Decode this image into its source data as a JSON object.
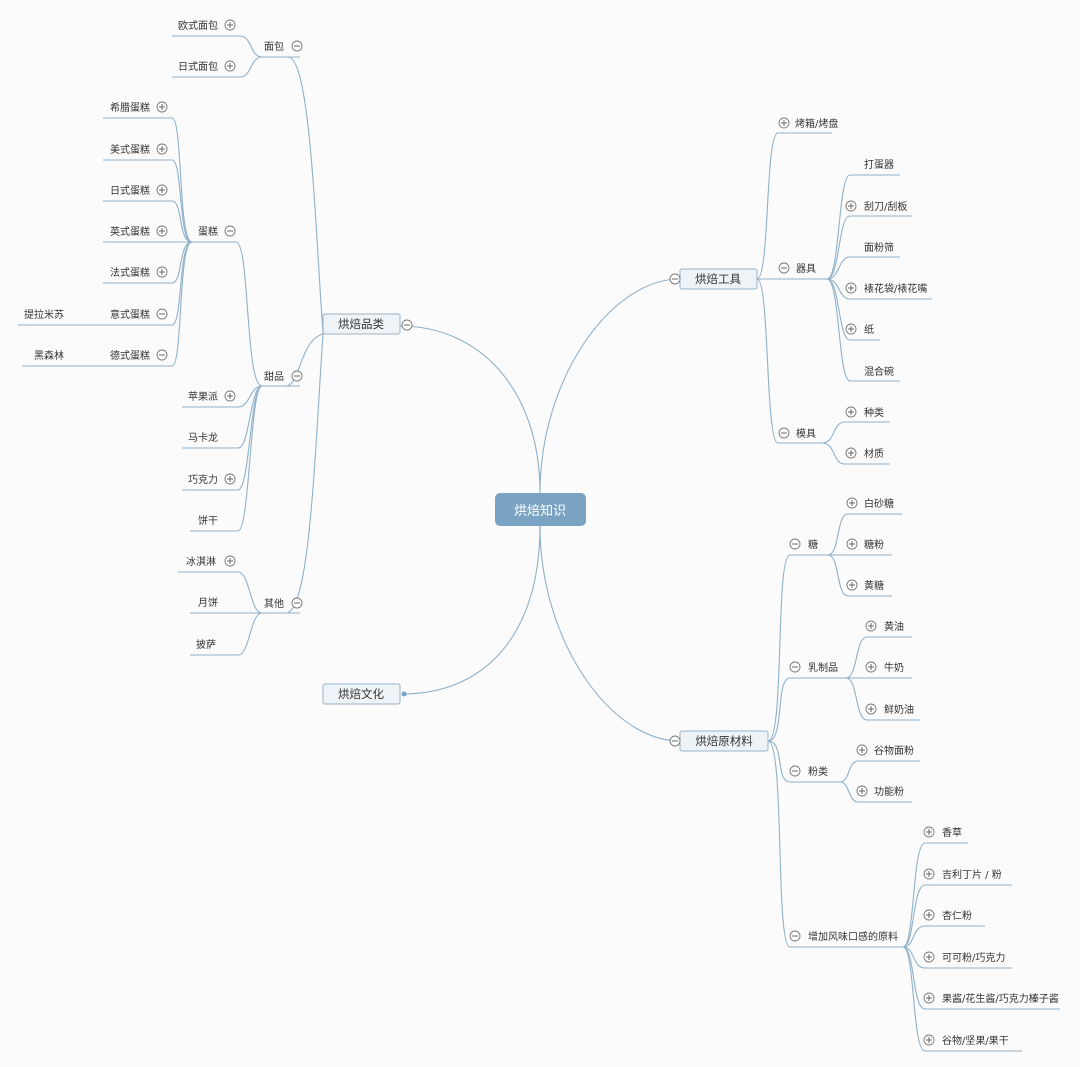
{
  "root": "烘焙知识",
  "branches": {
    "categories": {
      "label": "烘焙品类",
      "bread": {
        "label": "面包",
        "children": [
          "欧式面包",
          "日式面包"
        ]
      },
      "desserts": {
        "label": "甜品",
        "cake": {
          "label": "蛋糕",
          "children": [
            "希腊蛋糕",
            "美式蛋糕",
            "日式蛋糕",
            "英式蛋糕",
            "法式蛋糕",
            "意式蛋糕",
            "德式蛋糕"
          ],
          "italian_child": "提拉米苏",
          "german_child": "黑森林"
        },
        "others": [
          "苹果派",
          "马卡龙",
          "巧克力",
          "饼干"
        ]
      },
      "other": {
        "label": "其他",
        "children": [
          "冰淇淋",
          "月饼",
          "披萨"
        ]
      }
    },
    "culture": {
      "label": "烘焙文化"
    },
    "tools": {
      "label": "烘焙工具",
      "oven": "烤箱/烤盘",
      "utensils": {
        "label": "器具",
        "children": [
          "打蛋器",
          "刮刀/刮板",
          "面粉筛",
          "裱花袋/裱花嘴",
          "纸",
          "混合碗"
        ]
      },
      "molds": {
        "label": "模具",
        "children": [
          "种类",
          "材质"
        ]
      }
    },
    "ingredients": {
      "label": "烘焙原材料",
      "sugar": {
        "label": "糖",
        "children": [
          "白砂糖",
          "糖粉",
          "黄糖"
        ]
      },
      "dairy": {
        "label": "乳制品",
        "children": [
          "黄油",
          "牛奶",
          "鲜奶油"
        ]
      },
      "flour": {
        "label": "粉类",
        "children": [
          "谷物面粉",
          "功能粉"
        ]
      },
      "flavor": {
        "label": "增加风味口感的原料",
        "children": [
          "香草",
          "吉利丁片 / 粉",
          "杏仁粉",
          "可可粉/巧克力",
          "果酱/花生酱/巧克力榛子酱",
          "谷物/坚果/果干"
        ]
      }
    }
  }
}
